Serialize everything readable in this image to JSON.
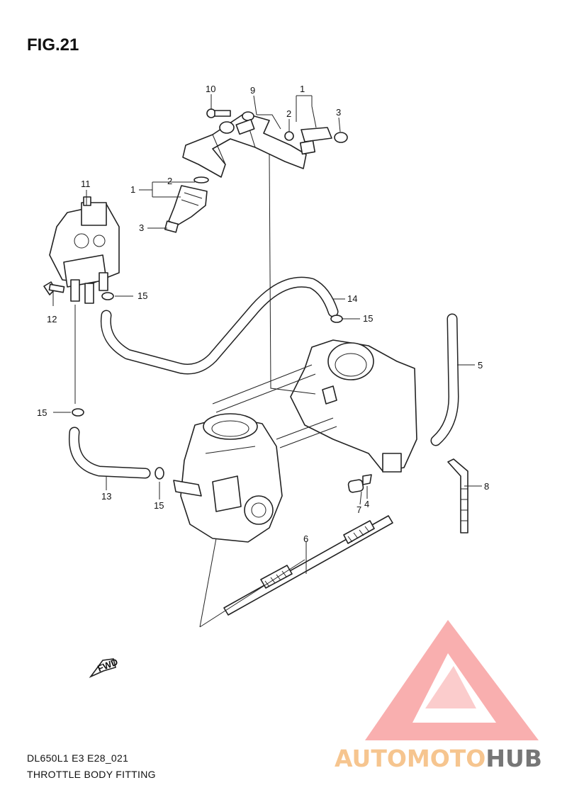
{
  "figure": {
    "title": "FIG.21",
    "model_code": "DL650L1 E3 E28_021",
    "name": "THROTTLE BODY FITTING"
  },
  "callouts": [
    "1",
    "2",
    "3",
    "4",
    "5",
    "6",
    "7",
    "8",
    "9",
    "10",
    "11",
    "12",
    "13",
    "14",
    "15"
  ],
  "fwd_label": "FWD",
  "watermark": {
    "text_part1": "AUTOMOTO",
    "text_part2": "HUB",
    "color_part1": "#f5b774",
    "color_part2": "#555555",
    "triangle_color": "#f04848"
  }
}
